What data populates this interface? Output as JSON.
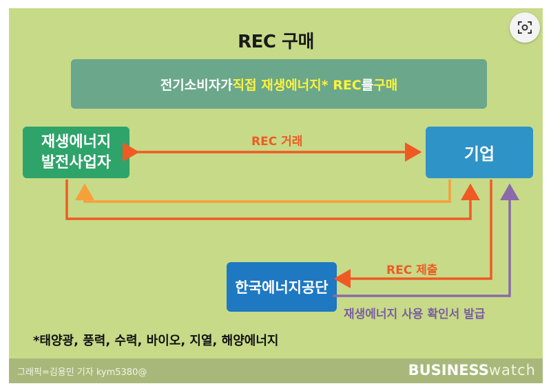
{
  "title": "REC 구매",
  "banner": {
    "part1": "전기소비자가 ",
    "part2": "직접 재생에너지* REC",
    "part3": "를 ",
    "part4": "구매"
  },
  "nodes": {
    "generator_line1": "재생에너지",
    "generator_line2": "발전사업자",
    "corporation": "기업",
    "kea": "한국에너지공단"
  },
  "edges": {
    "trade": "REC 거래",
    "submit": "REC 제출",
    "issue": "재생에너지 사용 확인서 발급"
  },
  "footnote": "*태양광, 풍력, 수력, 바이오, 지열, 해양에너지",
  "footer": {
    "credit": "그래픽=김용민 기자 kym5380@",
    "logo_bold": "BUSINESS",
    "logo_light": "watch"
  },
  "colors": {
    "background": "#c7da88",
    "banner": "#6aa78b",
    "generator": "#2ea36a",
    "corporation": "#2e93c6",
    "kea": "#1e78c2",
    "arrow_red": "#ef5a24",
    "arrow_orange": "#f5a03a",
    "arrow_purple": "#8a6aa8",
    "highlight_yellow": "#fff23c"
  },
  "icons": {
    "scan": "scan-icon"
  }
}
